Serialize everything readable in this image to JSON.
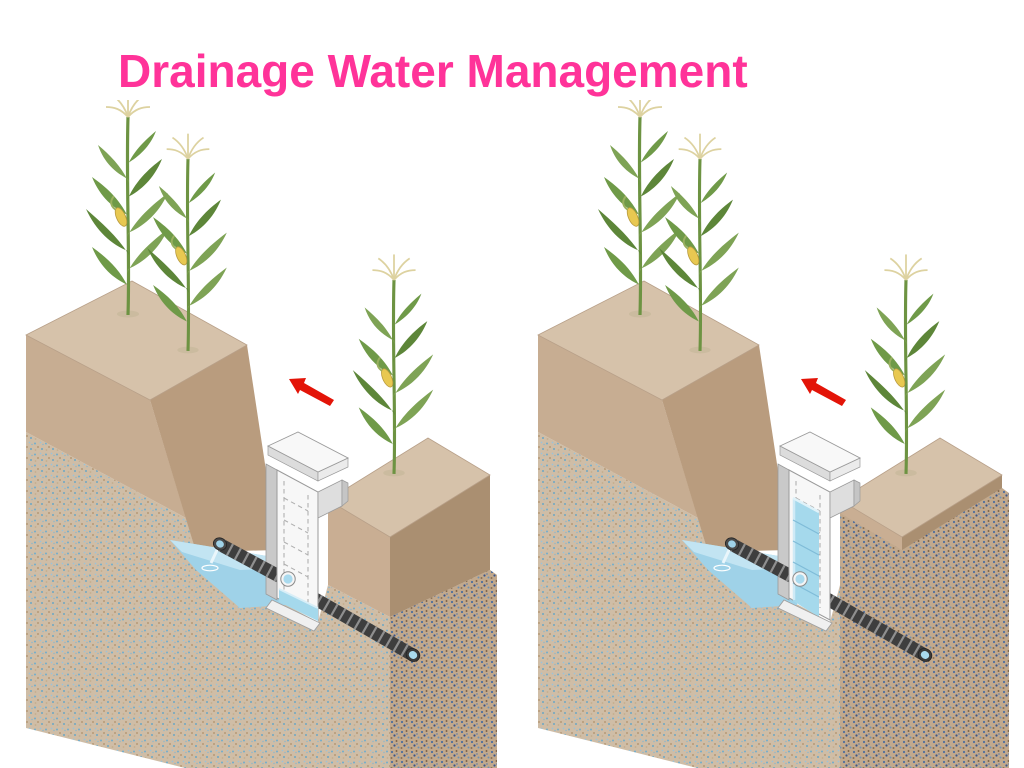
{
  "slide": {
    "title": "Drainage Water Management",
    "title_color": "#ff3399",
    "background_color": "#ffffff"
  },
  "illustration": {
    "subject": "isometric field cross-section with corn, drainage ditch, water level control structure and corrugated drain pipe",
    "colors": {
      "topsoil_top_face": "#d6c2aa",
      "soil_front_face": "#c7ad92",
      "soil_slope_face": "#b99c7e",
      "soil_side_face": "#aa8f71",
      "subsoil_dry_base": "#cfbda6",
      "subsoil_dry_speckle": "#74aecb",
      "subsoil_wet_base": "#c2a98d",
      "subsoil_wet_speckle": "#4e6f9e",
      "ditch_water": "#9fd2e8",
      "structure_water": "#a5d9ec",
      "structure_body": "#f7f7f7",
      "pipe": "#3e3e3e",
      "arrow_red": "#e31408",
      "corn_leaf": "#7ea355",
      "corn_tassel": "#ddd2a0",
      "corn_ear": "#e8c851"
    }
  },
  "panels": [
    {
      "position": "left",
      "structure_water_level": "low",
      "water_table": "deep",
      "corn_plant_count": 3,
      "arrow_direction": "up-left"
    },
    {
      "position": "right",
      "structure_water_level": "high",
      "water_table": "near-surface",
      "corn_plant_count": 3,
      "arrow_direction": "up-left"
    }
  ]
}
